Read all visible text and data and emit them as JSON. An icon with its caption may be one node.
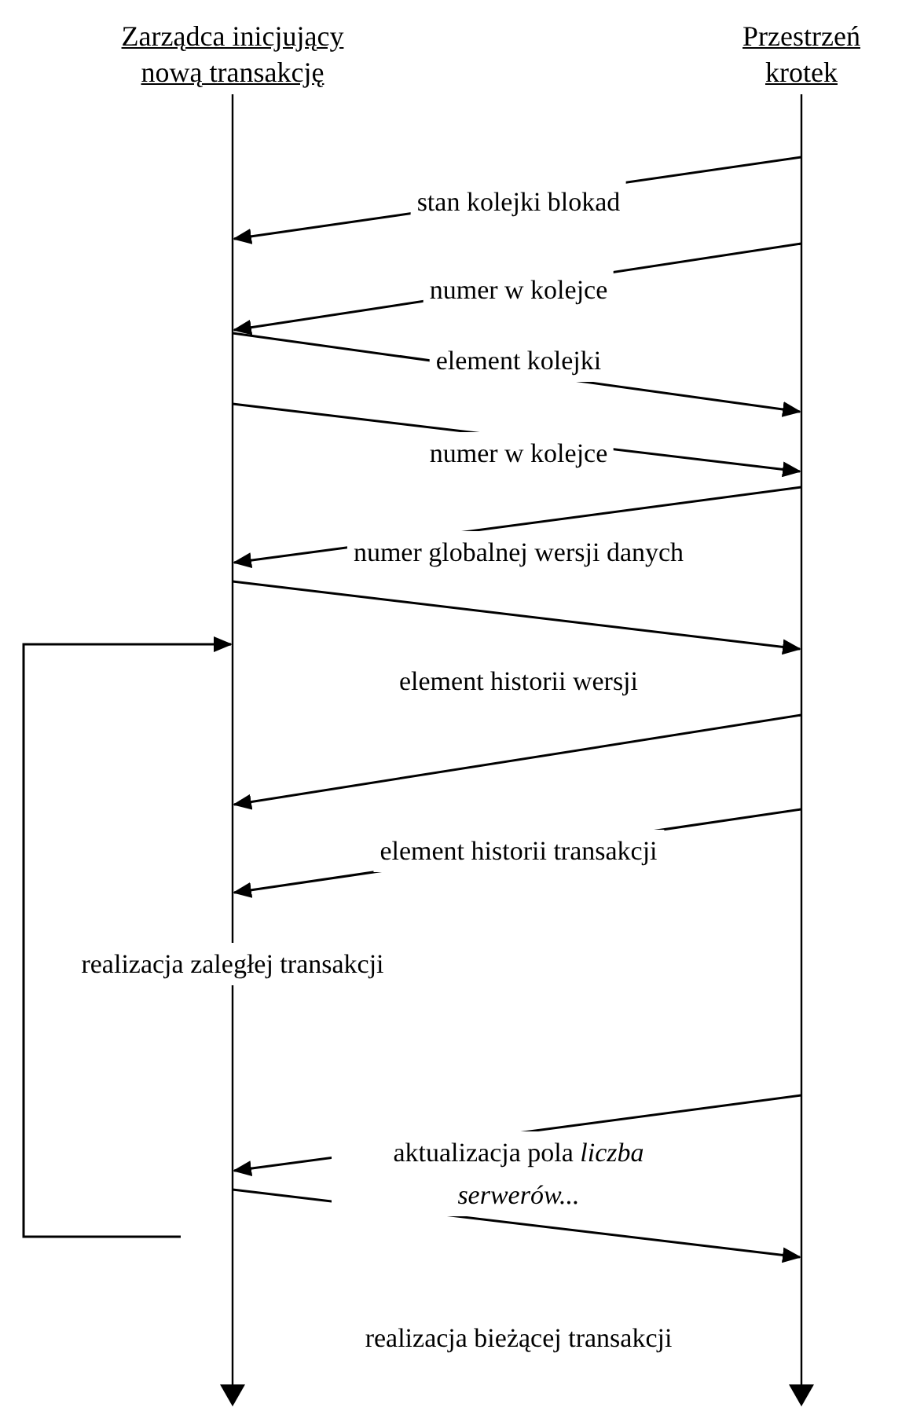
{
  "diagram": {
    "nodes": [
      {
        "text": [
          "Zarządca inicjujący nową transakcję"
        ]
      },
      {
        "text": [
          "Przestrzeń krotek"
        ]
      }
    ],
    "edges": [
      {
        "from": 1,
        "to": 0,
        "arrow": "to",
        "label": "stan kolejki blokad"
      },
      {
        "from": 1,
        "to": 0,
        "arrow": "to",
        "label": "numer w kolejce"
      },
      {
        "from": 0,
        "to": 1,
        "arrow": "to",
        "label": "element kolejki"
      },
      {
        "from": 0,
        "to": 1,
        "arrow": "to",
        "label": "numer w kolejce"
      },
      {
        "from": 1,
        "to": 0,
        "arrow": "to",
        "label": "numer globalnej wersji danych"
      },
      {
        "from": 0,
        "to": 1,
        "arrow": "to"
      },
      {
        "from": 1,
        "to": 0,
        "arrow": "to",
        "label": "element historii wersji"
      },
      {
        "from": 1,
        "to": 0,
        "arrow": "to",
        "label": "element historii transakcji"
      },
      {
        "from": 0,
        "to": 0,
        "arrow": "to"
      },
      {
        "from": 1,
        "to": 0,
        "arrow": "to",
        "label": "aktualizacja pola *liczba serwerów...*"
      },
      {
        "from": 0,
        "to": 1,
        "arrow": "to"
      }
    ],
    "labels": [
      "realizacja zaległej transakcji",
      "realizacja bieżącej transakcji"
    ]
  }
}
